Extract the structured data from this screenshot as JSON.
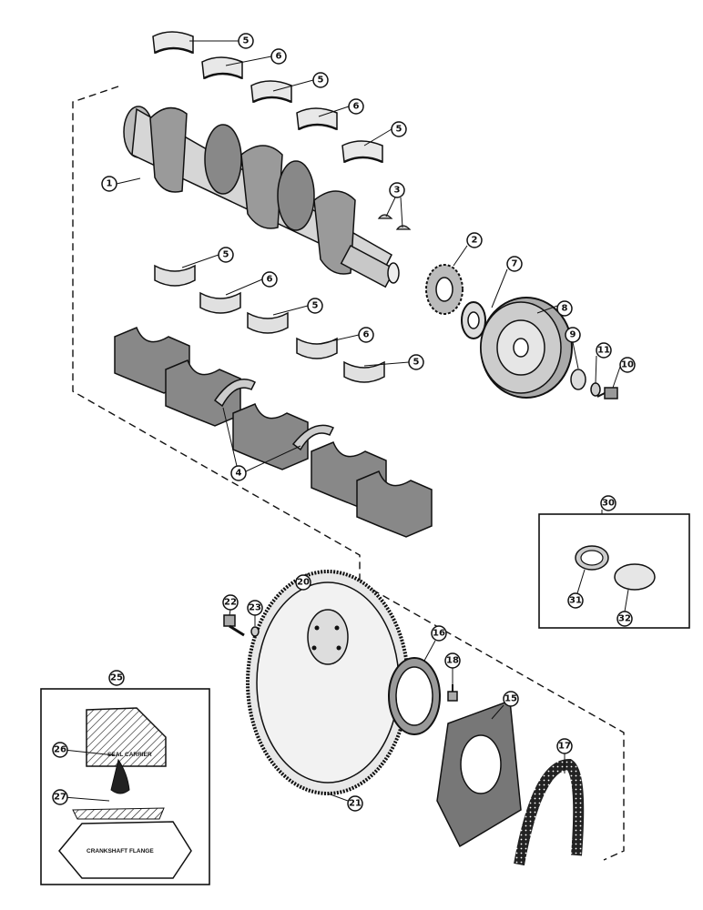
{
  "callouts": {
    "c1": "1",
    "c2": "2",
    "c3": "3",
    "c4": "4",
    "c5a": "5",
    "c5b": "5",
    "c5c": "5",
    "c5d": "5",
    "c5e": "5",
    "c5f": "5",
    "c6a": "6",
    "c6b": "6",
    "c6c": "6",
    "c6d": "6",
    "c7": "7",
    "c8": "8",
    "c9": "9",
    "c10": "10",
    "c11": "11",
    "c15": "15",
    "c16": "16",
    "c17": "17",
    "c18": "18",
    "c20": "20",
    "c21": "21",
    "c22": "22",
    "c23": "23",
    "c25": "25",
    "c26": "26",
    "c27": "27",
    "c30": "30",
    "c31": "31",
    "c32": "32"
  },
  "insets": {
    "seal_carrier_label": "SEAL CARRIER",
    "crankshaft_flange_label": "CRANKSHAFT FLANGE"
  },
  "colors": {
    "ink": "#111111",
    "paper": "#ffffff"
  }
}
